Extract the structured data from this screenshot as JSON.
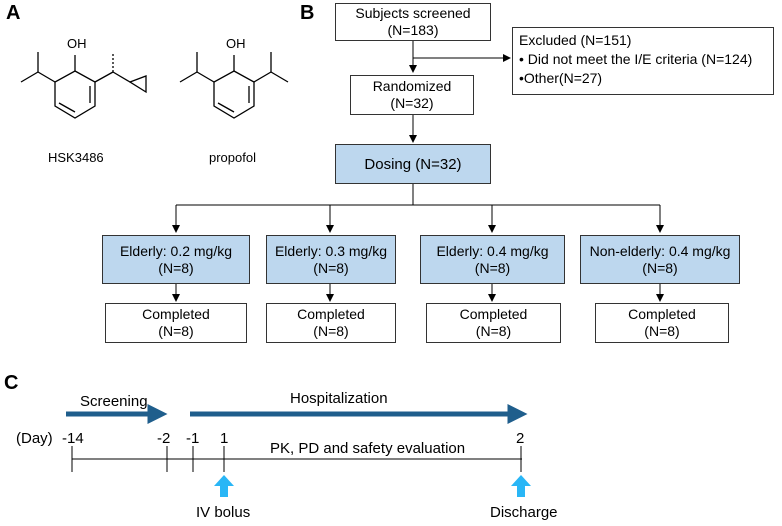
{
  "panels": {
    "a": "A",
    "b": "B",
    "c": "C"
  },
  "molecules": {
    "left": {
      "name": "HSK3486",
      "oh": "OH"
    },
    "right": {
      "name": "propofol",
      "oh": "OH"
    }
  },
  "flow": {
    "screened": {
      "line1": "Subjects screened",
      "line2": "(N=183)"
    },
    "excluded": {
      "title": "Excluded (N=151)",
      "items": [
        "• Did not meet the I/E criteria (N=124)",
        "•Other(N=27)"
      ]
    },
    "randomized": {
      "line1": "Randomized",
      "line2": "(N=32)"
    },
    "dosing": {
      "label": "Dosing  (N=32)"
    },
    "arms": [
      {
        "label": "Elderly: 0.2 mg/kg",
        "n": "(N=8)",
        "completed": "Completed",
        "completed_n": "(N=8)"
      },
      {
        "label": "Elderly: 0.3 mg/kg",
        "n": "(N=8)",
        "completed": "Completed",
        "completed_n": "(N=8)"
      },
      {
        "label": "Elderly: 0.4 mg/kg",
        "n": "(N=8)",
        "completed": "Completed",
        "completed_n": "(N=8)"
      },
      {
        "label": "Non-elderly: 0.4 mg/kg",
        "n": "(N=8)",
        "completed": "Completed",
        "completed_n": "(N=8)"
      }
    ]
  },
  "timeline": {
    "screening": "Screening",
    "hospitalization": "Hospitalization",
    "day_label": "(Day)",
    "ticks": [
      "-14",
      "-2",
      "-1",
      "1",
      "2"
    ],
    "evaluation": "PK, PD and safety evaluation",
    "iv_bolus": "IV bolus",
    "discharge": "Discharge",
    "colors": {
      "phase_arrow": "#1f5e8c",
      "event_arrow": "#29b6f6"
    }
  }
}
